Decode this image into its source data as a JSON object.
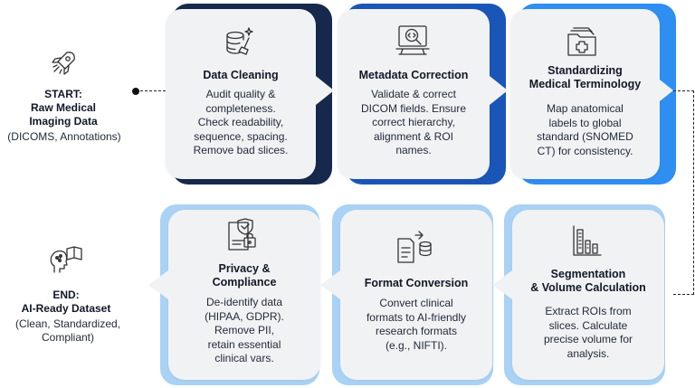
{
  "start": {
    "title": "START:\nRaw Medical\nImaging Data",
    "subtitle": "(DICOMS, Annotations)"
  },
  "end": {
    "title": "END:\nAI-Ready Dataset",
    "subtitle": "(Clean, Standardized,\nCompliant)"
  },
  "steps": [
    {
      "title": "Data Cleaning",
      "body": "Audit quality &\ncompleteness.\nCheck readability,\nsequence, spacing.\nRemove bad slices.",
      "icon": "database-broom-icon"
    },
    {
      "title": "Metadata Correction",
      "body": "Validate & correct\nDICOM fields. Ensure\ncorrect hierarchy,\nalignment & ROI\nnames.",
      "icon": "code-monitor-icon"
    },
    {
      "title": "Standardizing\nMedical Terminology",
      "body": "Map anatomical\nlabels to global\nstandard (SNOMED\nCT) for consistency.",
      "icon": "medical-folder-icon"
    },
    {
      "title": "Segmentation\n& Volume Calculation",
      "body": "Extract ROIs from\nslices. Calculate\nprecise volume for\nanalysis.",
      "icon": "bar-chart-icon"
    },
    {
      "title": "Format Conversion",
      "body": "Convert clinical\nformats to AI-friendly\nresearch formats\n(e.g., NIFTI).",
      "icon": "file-conversion-icon"
    },
    {
      "title": "Privacy &\nCompliance",
      "body": "De-identify data\n(HIPAA, GDPR).\nRemove PII,\nretain essential\nclinical vars.",
      "icon": "shield-lock-icon"
    }
  ],
  "colors": {
    "dark_navy": "#16294d",
    "blue": "#1a56b8",
    "bright_blue": "#2f8ef2",
    "light_blue": "#a9d2f5",
    "card": "#f1f2f4"
  }
}
